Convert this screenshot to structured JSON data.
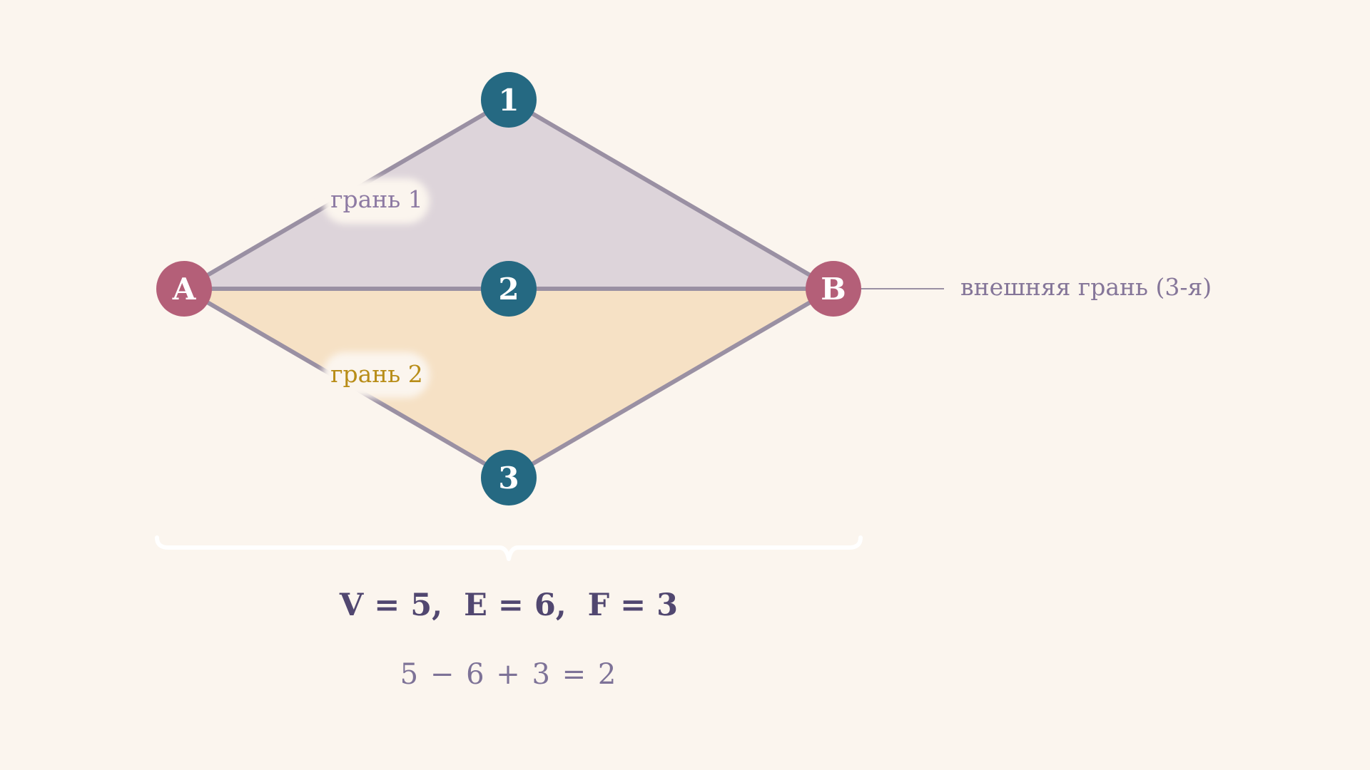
{
  "colors": {
    "background": "#fbf5ee",
    "face_1_fill": "#ddd4da",
    "face_2_fill": "#f6e1c5",
    "edge": "#9a90a3",
    "endpoint_node": "#b45f78",
    "middle_node": "#256982",
    "face_1_text": "#8d7aa3",
    "face_2_text": "#b88d18",
    "formula_text": "#514770"
  },
  "nodes": {
    "a": "A",
    "b": "B",
    "n1": "1",
    "n2": "2",
    "n3": "3"
  },
  "faces": {
    "face_1": "грань 1",
    "face_2": "грань 2",
    "outer": "внешняя грань (3-я)"
  },
  "formula": {
    "counts": "V = 5,  E = 6,  F = 3",
    "euler": "5 − 6 + 3 = 2"
  }
}
